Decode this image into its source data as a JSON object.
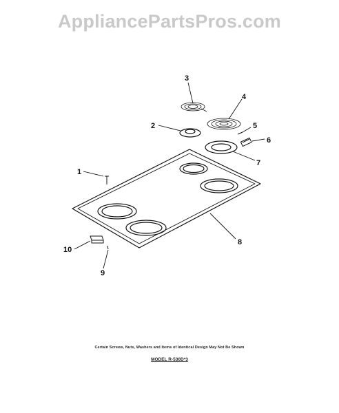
{
  "watermark": "AppliancePartsPros.com",
  "callouts": [
    "1",
    "2",
    "3",
    "4",
    "5",
    "6",
    "7",
    "8",
    "9",
    "10"
  ],
  "footnote": "Certain Screws, Nuts, Washers and Items of Identical Design May Not Be Shown",
  "model": "MODEL R-530D*3"
}
